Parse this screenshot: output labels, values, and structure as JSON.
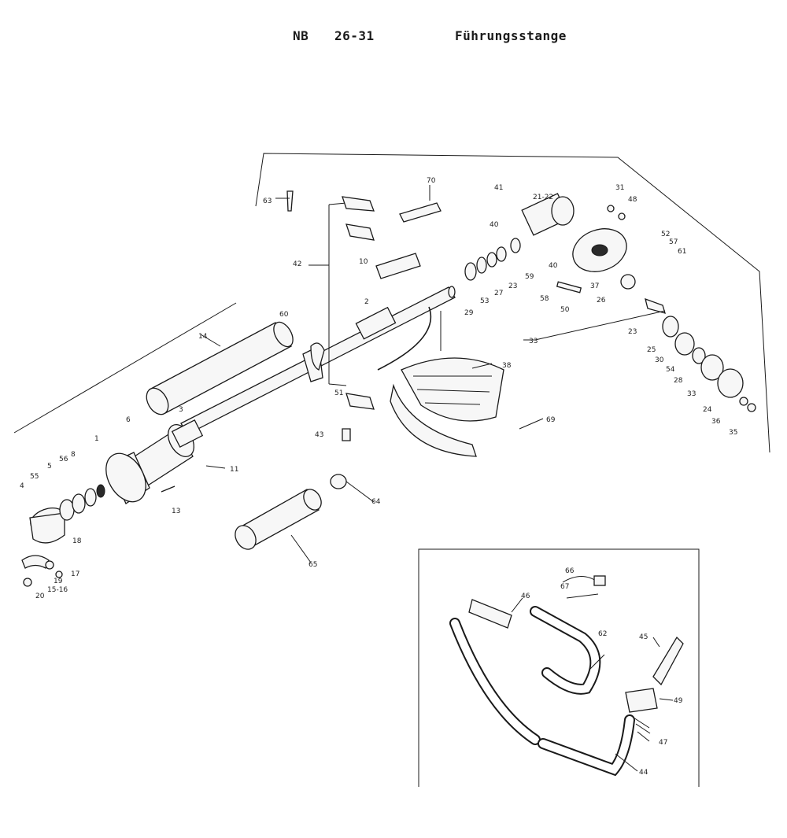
{
  "header": {
    "model": "NB",
    "range": "26-31",
    "title": "Führungsstange"
  },
  "callouts": [
    {
      "id": "c63",
      "label": "63"
    },
    {
      "id": "c42top",
      "label": "42"
    },
    {
      "id": "c70",
      "label": "70"
    },
    {
      "id": "c41",
      "label": "41"
    },
    {
      "id": "c40top",
      "label": "40"
    },
    {
      "id": "c2122",
      "label": "21-22"
    },
    {
      "id": "c31",
      "label": "31"
    },
    {
      "id": "c48",
      "label": "48"
    },
    {
      "id": "c10",
      "label": "10"
    },
    {
      "id": "c2",
      "label": "2"
    },
    {
      "id": "c29",
      "label": "29"
    },
    {
      "id": "c53a",
      "label": "53"
    },
    {
      "id": "c27",
      "label": "27"
    },
    {
      "id": "c23a",
      "label": "23"
    },
    {
      "id": "c59",
      "label": "59"
    },
    {
      "id": "c40mid",
      "label": "40"
    },
    {
      "id": "c58",
      "label": "58"
    },
    {
      "id": "c50",
      "label": "50"
    },
    {
      "id": "c37",
      "label": "37"
    },
    {
      "id": "c52",
      "label": "52"
    },
    {
      "id": "c57",
      "label": "57"
    },
    {
      "id": "c61",
      "label": "61"
    },
    {
      "id": "c26",
      "label": "26"
    },
    {
      "id": "c23b",
      "label": "23"
    },
    {
      "id": "c33a",
      "label": "33"
    },
    {
      "id": "c25",
      "label": "25"
    },
    {
      "id": "c30",
      "label": "30"
    },
    {
      "id": "c54",
      "label": "54"
    },
    {
      "id": "c28",
      "label": "28"
    },
    {
      "id": "c33b",
      "label": "33"
    },
    {
      "id": "c24",
      "label": "24"
    },
    {
      "id": "c36",
      "label": "36"
    },
    {
      "id": "c35",
      "label": "35"
    },
    {
      "id": "c14",
      "label": "14"
    },
    {
      "id": "c60",
      "label": "60"
    },
    {
      "id": "c38",
      "label": "38"
    },
    {
      "id": "c51",
      "label": "51"
    },
    {
      "id": "c69",
      "label": "69"
    },
    {
      "id": "c43",
      "label": "43"
    },
    {
      "id": "c3",
      "label": "3"
    },
    {
      "id": "c6",
      "label": "6"
    },
    {
      "id": "c11",
      "label": "11"
    },
    {
      "id": "c56",
      "label": "56"
    },
    {
      "id": "c1",
      "label": "1"
    },
    {
      "id": "c8",
      "label": "8"
    },
    {
      "id": "c5",
      "label": "5"
    },
    {
      "id": "c55",
      "label": "55"
    },
    {
      "id": "c4",
      "label": "4"
    },
    {
      "id": "c13",
      "label": "13"
    },
    {
      "id": "c64",
      "label": "64"
    },
    {
      "id": "c65",
      "label": "65"
    },
    {
      "id": "c18",
      "label": "18"
    },
    {
      "id": "c17",
      "label": "17"
    },
    {
      "id": "c19",
      "label": "19"
    },
    {
      "id": "c1516",
      "label": "15-16"
    },
    {
      "id": "c20",
      "label": "20"
    },
    {
      "id": "c66",
      "label": "66"
    },
    {
      "id": "c67",
      "label": "67"
    },
    {
      "id": "c46",
      "label": "46"
    },
    {
      "id": "c62",
      "label": "62"
    },
    {
      "id": "c45",
      "label": "45"
    },
    {
      "id": "c49",
      "label": "49"
    },
    {
      "id": "c47",
      "label": "47"
    },
    {
      "id": "c44",
      "label": "44"
    }
  ]
}
